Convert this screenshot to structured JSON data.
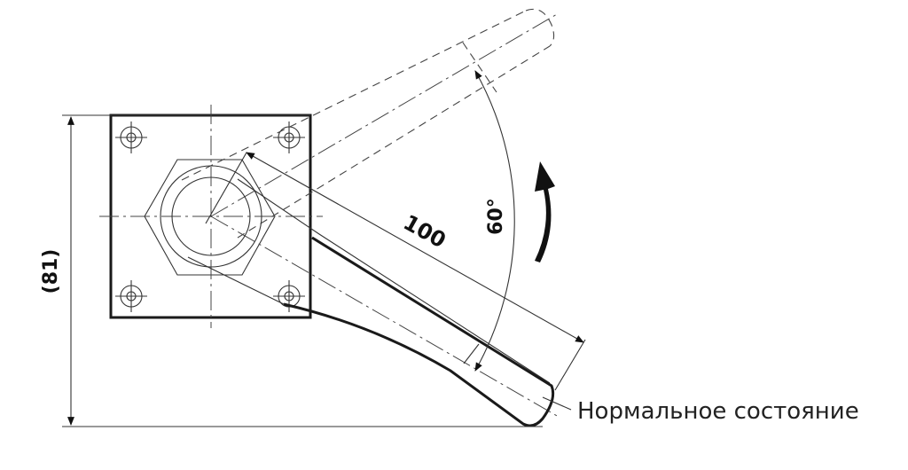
{
  "dimensions": {
    "height_label": "(81)",
    "length_label": "100",
    "angle_label": "60°"
  },
  "caption": "Нормальное состояние"
}
